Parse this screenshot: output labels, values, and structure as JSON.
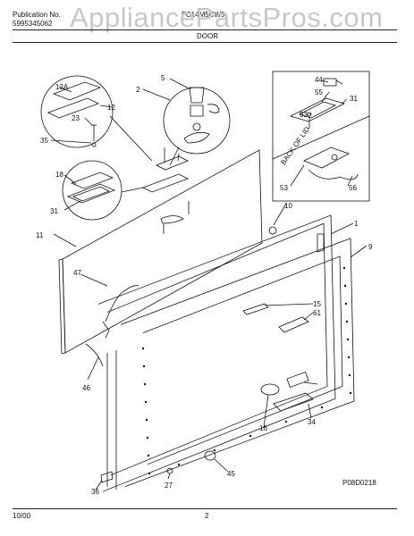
{
  "header": {
    "publication_label": "Publication No.",
    "publication_number": "5995345062",
    "model": "FC14M5CW5",
    "section_title": "DOOR"
  },
  "watermark": "AppliancePartsPros.com",
  "footer": {
    "date": "10/00",
    "page": "2",
    "drawing_code": "P08D0218"
  },
  "inset_text": "BACK OF LID",
  "callouts": [
    "1",
    "2",
    "5",
    "9",
    "10",
    "11",
    "12",
    "12A",
    "15",
    "16",
    "18",
    "23",
    "27",
    "31",
    "31",
    "34",
    "35",
    "36",
    "44",
    "45",
    "46",
    "47",
    "53",
    "55",
    "56",
    "61",
    "93"
  ]
}
